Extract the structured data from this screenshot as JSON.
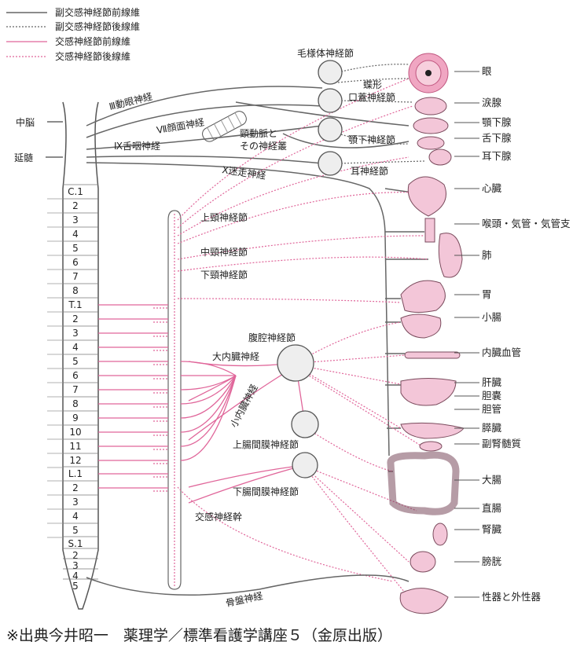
{
  "legend": [
    {
      "label": "副交感神経節前線維",
      "style": "solid",
      "color": "#555555"
    },
    {
      "label": "副交感神経節後線維",
      "style": "dotted",
      "color": "#555555"
    },
    {
      "label": "交感神経節前線維",
      "style": "solid",
      "color": "#e0669a"
    },
    {
      "label": "交感神経節後線維",
      "style": "dotted",
      "color": "#e0669a"
    }
  ],
  "cns": {
    "midbrain": "中脳",
    "medulla": "延髄"
  },
  "cranial_nerves": {
    "oculomotor": "Ⅲ動眼神経",
    "facial": "Ⅶ顔面神経",
    "glossopharyngeal": "Ⅸ舌咽神経",
    "vagus": "Ⅹ迷走神経"
  },
  "ganglia": {
    "ciliary": "毛様体神経節",
    "pterygopalatine_1": "蝶形",
    "pterygopalatine_2": "口蓋神経節",
    "submandibular": "顎下神経節",
    "otic": "耳神経節",
    "carotid_1": "頸動脈と",
    "carotid_2": "その神経叢",
    "superior_cervical": "上頸神経節",
    "middle_cervical": "中頸神経節",
    "inferior_cervical": "下頸神経節",
    "celiac": "腹腔神経節",
    "greater_splanchnic": "大内臓神経",
    "lesser_splanchnic": "小内臓神経",
    "superior_mesenteric": "上腸間膜神経節",
    "inferior_mesenteric": "下腸間膜神経節",
    "sympathetic_trunk": "交感神経幹",
    "pelvic": "骨盤神経"
  },
  "spine_segments": [
    "C.1",
    "2",
    "3",
    "4",
    "5",
    "6",
    "7",
    "8",
    "T.1",
    "2",
    "3",
    "4",
    "5",
    "6",
    "7",
    "8",
    "9",
    "10",
    "11",
    "12",
    "L.1",
    "2",
    "3",
    "4",
    "5",
    "S.1",
    "2",
    "3",
    "4",
    "5"
  ],
  "organs": [
    "眼",
    "涙腺",
    "顎下腺",
    "舌下腺",
    "耳下腺",
    "心臓",
    "喉頭・気管・気管支",
    "肺",
    "胃",
    "小腸",
    "内臓血管",
    "肝臓",
    "胆嚢",
    "胆管",
    "膵臓",
    "副腎髄質",
    "大腸",
    "直腸",
    "腎臓",
    "膀胱",
    "性器と外性器"
  ],
  "caption": "※出典今井昭一　薬理学／標準看護学講座５（金原出版）",
  "colors": {
    "parasympathetic": "#555555",
    "sympathetic": "#e0669a",
    "organ_fill": "#f3c6d8"
  }
}
